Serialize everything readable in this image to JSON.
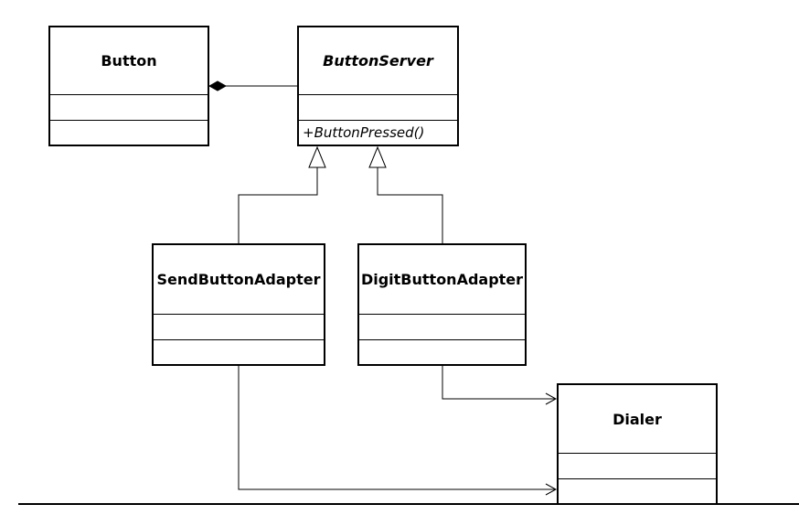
{
  "diagram": {
    "classes": {
      "button": {
        "name": "Button"
      },
      "button_server": {
        "name": "ButtonServer",
        "operation": "+ButtonPressed()"
      },
      "send_button_adapter": {
        "name": "SendButtonAdapter"
      },
      "digit_button_adapter": {
        "name": "DigitButtonAdapter"
      },
      "dialer": {
        "name": "Dialer"
      }
    },
    "relationships": [
      {
        "type": "composition",
        "from": "Button",
        "to": "ButtonServer"
      },
      {
        "type": "generalization",
        "from": "SendButtonAdapter",
        "to": "ButtonServer"
      },
      {
        "type": "generalization",
        "from": "DigitButtonAdapter",
        "to": "ButtonServer"
      },
      {
        "type": "association",
        "from": "DigitButtonAdapter",
        "to": "Dialer"
      },
      {
        "type": "association",
        "from": "SendButtonAdapter",
        "to": "Dialer"
      }
    ]
  }
}
